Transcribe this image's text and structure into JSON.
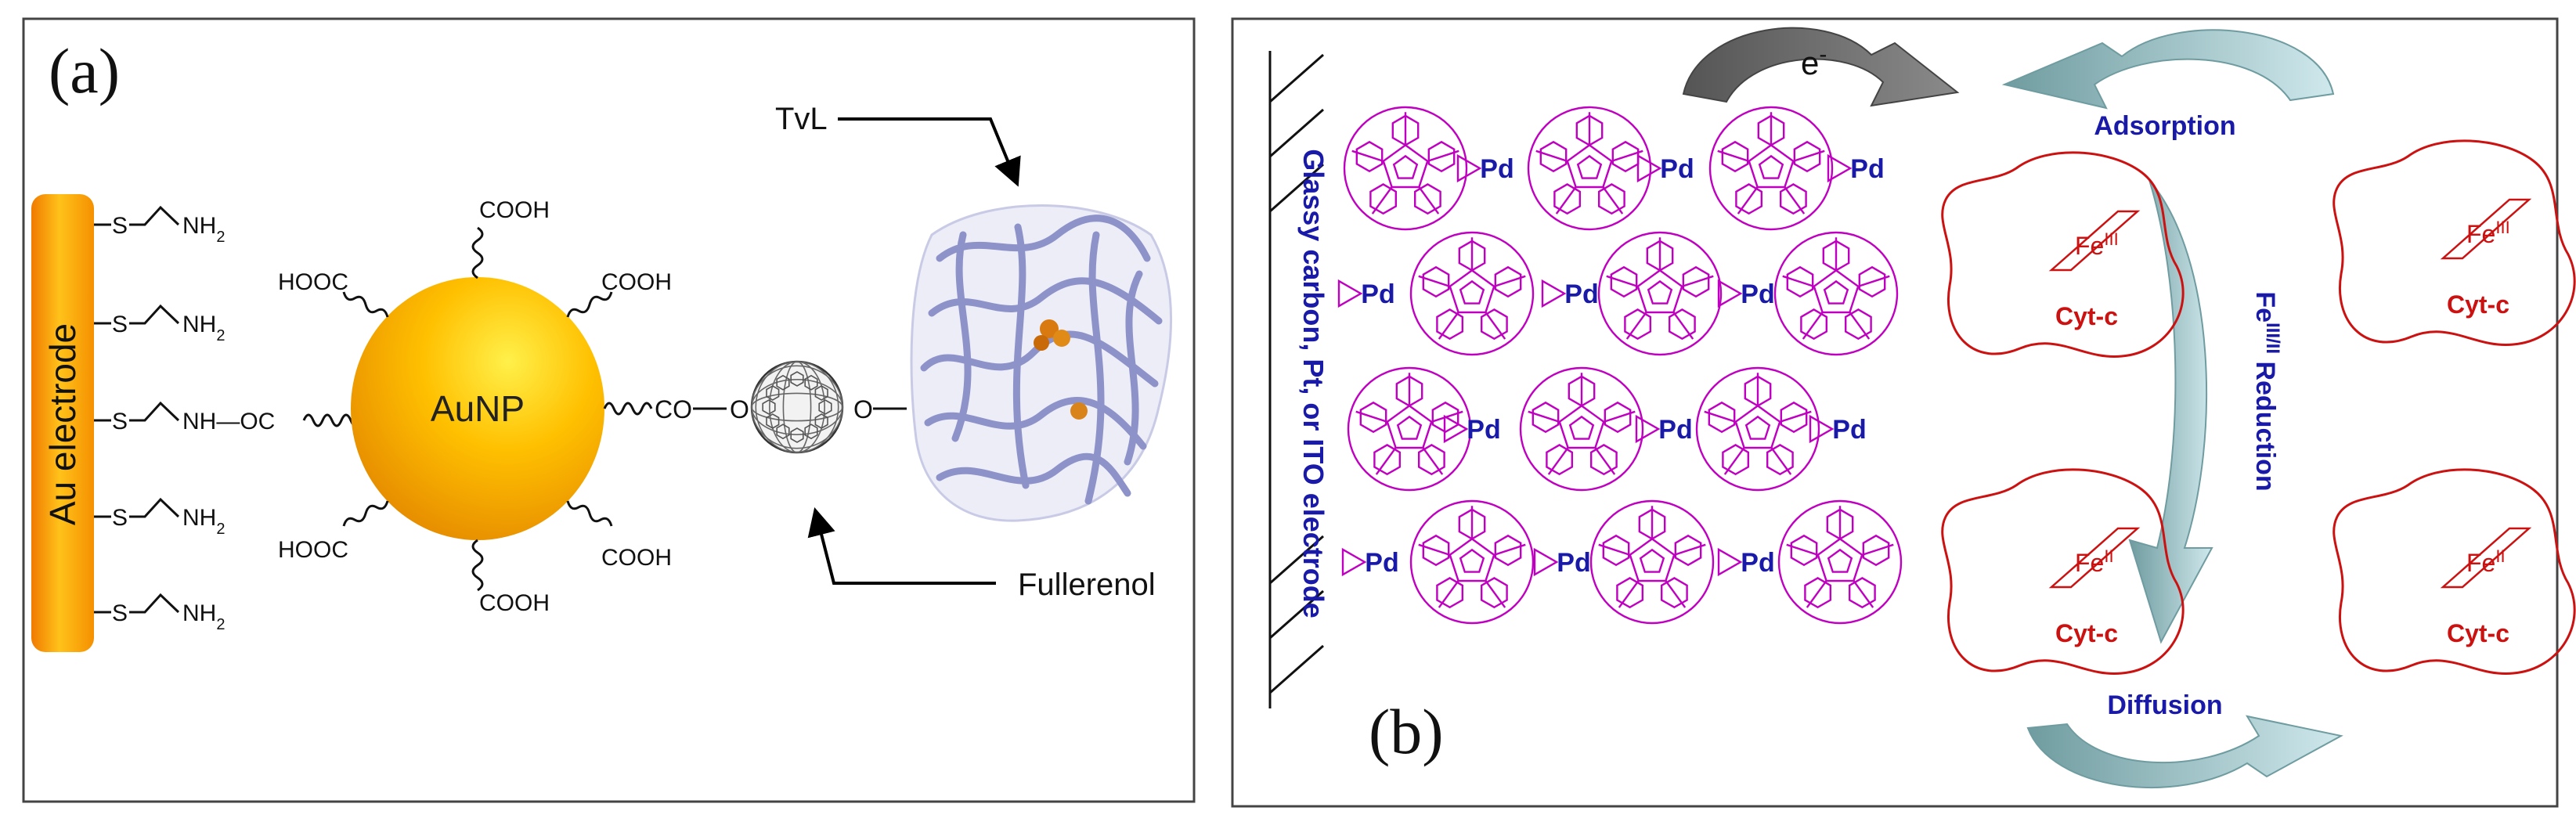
{
  "colors": {
    "frame": "#444444",
    "electrode_gold": "#f5a400",
    "aunp_gold": "#f7b500",
    "fullerene_magenta": "#c000c0",
    "pd_blue": "#1a1aa8",
    "cytc_red": "#cc1111",
    "arrow_dark": "#6b6b6b",
    "arrow_teal": "#8fb8b8",
    "arrow_light": "#bfe3e8",
    "protein_blue": "#a9aedb"
  },
  "panel_a": {
    "label": "(a)",
    "electrode_label": "Au electrode",
    "linkers": [
      {
        "s": "S",
        "end": "NH",
        "sub": "2"
      },
      {
        "s": "S",
        "end": "NH",
        "sub": "2"
      },
      {
        "s": "S",
        "end": "NH—OC",
        "sub": ""
      },
      {
        "s": "S",
        "end": "NH",
        "sub": "2"
      },
      {
        "s": "S",
        "end": "NH",
        "sub": "2"
      }
    ],
    "nanoparticle_label": "AuNP",
    "cooh_top": "COOH",
    "hooc_upper_left": "HOOC",
    "cooh_upper_right": "COOH",
    "hooc_lower_left": "HOOC",
    "cooh_lower_right": "COOH",
    "cooh_bottom": "COOH",
    "co_link": "CO",
    "o_link_1": "O",
    "o_link_2": "O",
    "enzyme_label": "TvL",
    "fullerenol_label": "Fullerenol"
  },
  "panel_b": {
    "label": "(b)",
    "electrode_label": "Glassy carbon, Pt, or ITO electrode",
    "electron_label": "e",
    "electron_sup": "-",
    "pd": "Pd",
    "adsorption_label": "Adsorption",
    "diffusion_label": "Diffusion",
    "reduction_label": "Reduction",
    "reduction_prefix": "Fe",
    "reduction_sup": "III/II",
    "cytc": [
      {
        "fe": "Fe",
        "ox": "III",
        "name": "Cyt-c"
      },
      {
        "fe": "Fe",
        "ox": "III",
        "name": "Cyt-c"
      },
      {
        "fe": "Fe",
        "ox": "II",
        "name": "Cyt-c"
      },
      {
        "fe": "Fe",
        "ox": "II",
        "name": "Cyt-c"
      }
    ]
  }
}
